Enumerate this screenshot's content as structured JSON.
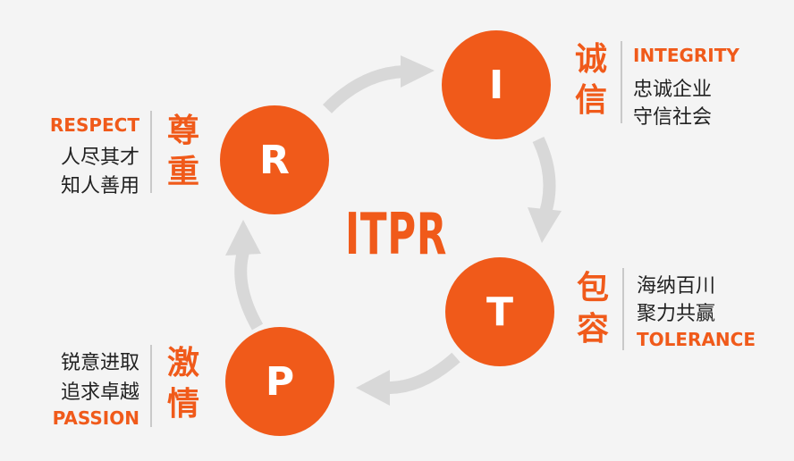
{
  "center": {
    "title": "ITPR"
  },
  "nodes": {
    "i": {
      "letter": "I",
      "zh": [
        "诚",
        "信"
      ],
      "en": "INTEGRITY",
      "lines": [
        "忠诚企业",
        "守信社会"
      ]
    },
    "t": {
      "letter": "T",
      "zh": [
        "包",
        "容"
      ],
      "en": "TOLERANCE",
      "lines": [
        "海纳百川",
        "聚力共赢"
      ]
    },
    "p": {
      "letter": "P",
      "zh": [
        "激",
        "情"
      ],
      "en": "PASSION",
      "lines": [
        "锐意进取",
        "追求卓越"
      ]
    },
    "r": {
      "letter": "R",
      "zh": [
        "尊",
        "重"
      ],
      "en": "RESPECT",
      "lines": [
        "人尽其才",
        "知人善用"
      ]
    }
  },
  "colors": {
    "accent": "#f05a1a",
    "arrow": "#d8d8d8",
    "divider": "#c9c9c9",
    "text": "#222222"
  }
}
